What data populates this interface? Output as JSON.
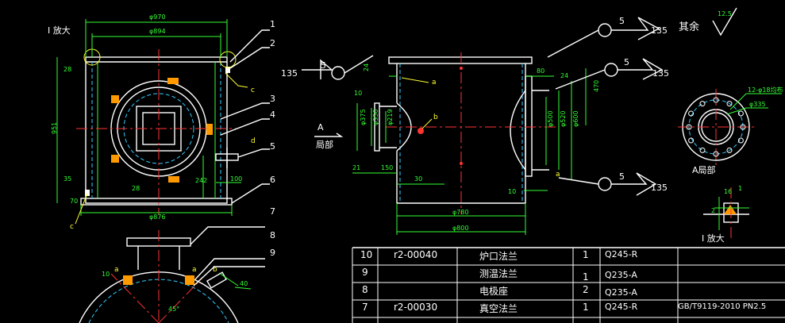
{
  "labels": {
    "detail_i_left": "I 放大",
    "detail_i_right": "I 放大",
    "view_a": "A",
    "view_a_sub": "局部",
    "view_a_right": "A局部",
    "other_text": "其余",
    "roughness": "12.5"
  },
  "dims": {
    "d970": "φ970",
    "d894": "φ894",
    "d876": "φ876",
    "d951": "951",
    "d28a": "28",
    "d35": "35",
    "d70": "70",
    "d28b": "28",
    "d242": "242",
    "d100": "100",
    "d780": "φ780",
    "d800": "φ800",
    "d375": "φ375",
    "d350": "φ350",
    "d219": "φ219",
    "d150": "150",
    "d21": "21",
    "d30": "30",
    "d10a": "10",
    "d10b": "10",
    "d80": "80",
    "d24": "24",
    "d470": "470",
    "d500": "φ500",
    "d520": "φ520",
    "d600": "φ600",
    "d24b": "24",
    "d335": "φ335",
    "holes": "12-φ18均布",
    "d16": "16",
    "d1": "1",
    "d2": "2",
    "d40": "40",
    "d10c": "10",
    "d45": "45°"
  },
  "weld": {
    "w1": "5",
    "w2": "135",
    "w3": "5",
    "w4": "135",
    "w5": "5",
    "w6": "135",
    "w7": "5",
    "w8": "135"
  },
  "letters": {
    "a1": "a",
    "b1": "b",
    "c1": "c",
    "c2": "c",
    "d1": "d",
    "a2": "a",
    "a3": "a",
    "b2": "b",
    "a4": "a"
  },
  "balloons": [
    "1",
    "2",
    "3",
    "4",
    "5",
    "6",
    "7",
    "8",
    "9"
  ],
  "parts_table": {
    "rows": [
      {
        "no": "10",
        "code": "r2-00040",
        "name": "炉口法兰",
        "qty": "1",
        "material": "Q245-R",
        "remark": ""
      },
      {
        "no": "9",
        "code": "",
        "name": "测温法兰",
        "qty": "1",
        "material": "Q235-A",
        "remark": ""
      },
      {
        "no": "8",
        "code": "",
        "name": "电极座",
        "qty": "2",
        "material": "Q235-A",
        "remark": ""
      },
      {
        "no": "7",
        "code": "r2-00030",
        "name": "真空法兰",
        "qty": "1",
        "material": "Q245-R",
        "remark": "GB/T9119-2010  PN2.5"
      }
    ]
  }
}
